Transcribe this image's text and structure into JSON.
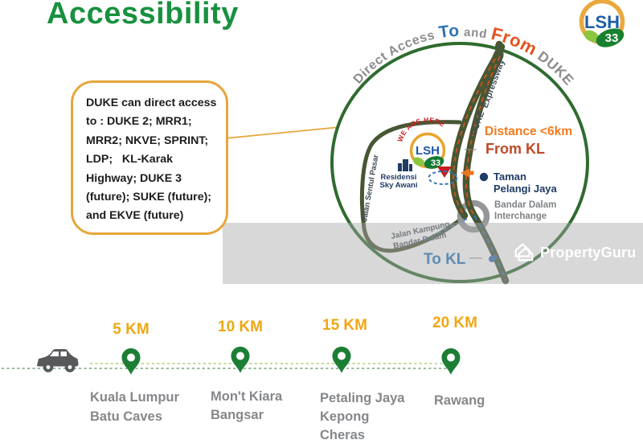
{
  "title": "Accessibility",
  "brand_logo": {
    "lsh": "LSH",
    "num": "33"
  },
  "callout": {
    "text": "DUKE can direct access\nto : DUKE 2; MRR1;\nMRR2; NKVE; SPRINT;\nLDP;   KL-Karak\nHighway; DUKE 3\n(future); SUKE (future);\nand EKVE (future)"
  },
  "map": {
    "arc_title": {
      "direct_access": "Direct Access ",
      "to": "To",
      "and": " and ",
      "from": "From",
      "duke": " DUKE"
    },
    "we_are_here": "WE ARE HERE !",
    "mini_logo": {
      "lsh": "LSH",
      "num": "33"
    },
    "residensi": [
      "Residensi",
      "Sky Awani"
    ],
    "duke_label": "DUKE",
    "expressway_label": "Expressway",
    "distance": "Distance <6km",
    "from_kl": "From KL",
    "taman": [
      "Taman",
      "Pelangi Jaya"
    ],
    "interchange": [
      "Bandar Dalam",
      "Interchange"
    ],
    "jalan_sentul": "Jalan Sentul Pasar",
    "jalan_kampung": [
      "Jalan Kampung",
      "Bandar Dalam"
    ],
    "to_kl": "To KL",
    "dash": "—"
  },
  "watermark": {
    "text": "PropertyGuru"
  },
  "timeline": {
    "stops": [
      {
        "km": "5 KM",
        "lines": [
          "Kuala Lumpur",
          "Batu Caves"
        ]
      },
      {
        "km": "10 KM",
        "lines": [
          "Mon't Kiara",
          "Bangsar"
        ]
      },
      {
        "km": "15 KM",
        "lines": [
          "Petaling Jaya",
          "Kepong",
          "Cheras"
        ]
      },
      {
        "km": "20 KM",
        "lines": [
          "Rawang"
        ]
      }
    ]
  },
  "colors": {
    "title_green": "#18913F",
    "accent_gold": "#E7A63B",
    "pin_green": "#1C7E35",
    "km_orange": "#EFA713",
    "road_green": "#475633",
    "circle_green": "#2F6B2F",
    "to_blue": "#2E74B5",
    "from_orange": "#E2531D",
    "from_kl_red": "#BE4A27",
    "navy": "#1F3B66",
    "place_gray": "#85878A"
  }
}
